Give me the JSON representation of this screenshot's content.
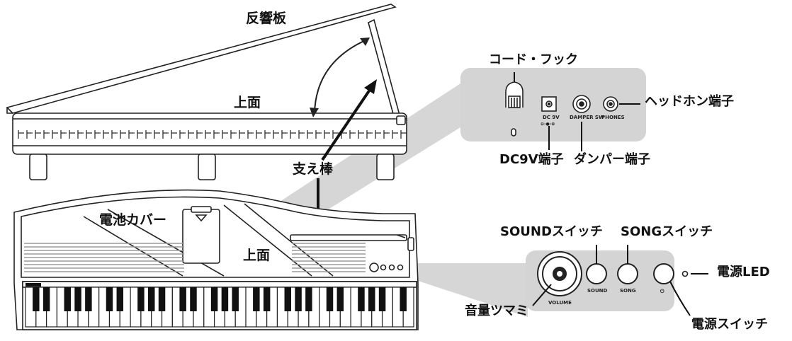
{
  "labels": {
    "reflector": "反響板",
    "top_face_upper": "上面",
    "top_face_lower": "上面",
    "support_rod": "支え棒",
    "battery_cover": "電池カバー",
    "cord_hook": "コード・フック",
    "headphone_jack": "ヘッドホン端子",
    "dc9v_jack": "DC9V端子",
    "damper_jack": "ダンパー端子",
    "sound_switch": "SOUNDスイッチ",
    "song_switch": "SONGスイッチ",
    "power_led": "電源LED",
    "volume_knob": "音量ツマミ",
    "power_switch": "電源スイッチ"
  },
  "rear_panel": {
    "dc_text": "DC 9V",
    "damper_text": "DAMPER SW",
    "phones_text": "PHONES"
  },
  "front_panel": {
    "volume_text": "VOLUME",
    "sound_text": "SOUND",
    "song_text": "SONG",
    "power_symbol": "⏻"
  },
  "colors": {
    "callout_gray": "#d4d4d4",
    "line": "#222222"
  }
}
